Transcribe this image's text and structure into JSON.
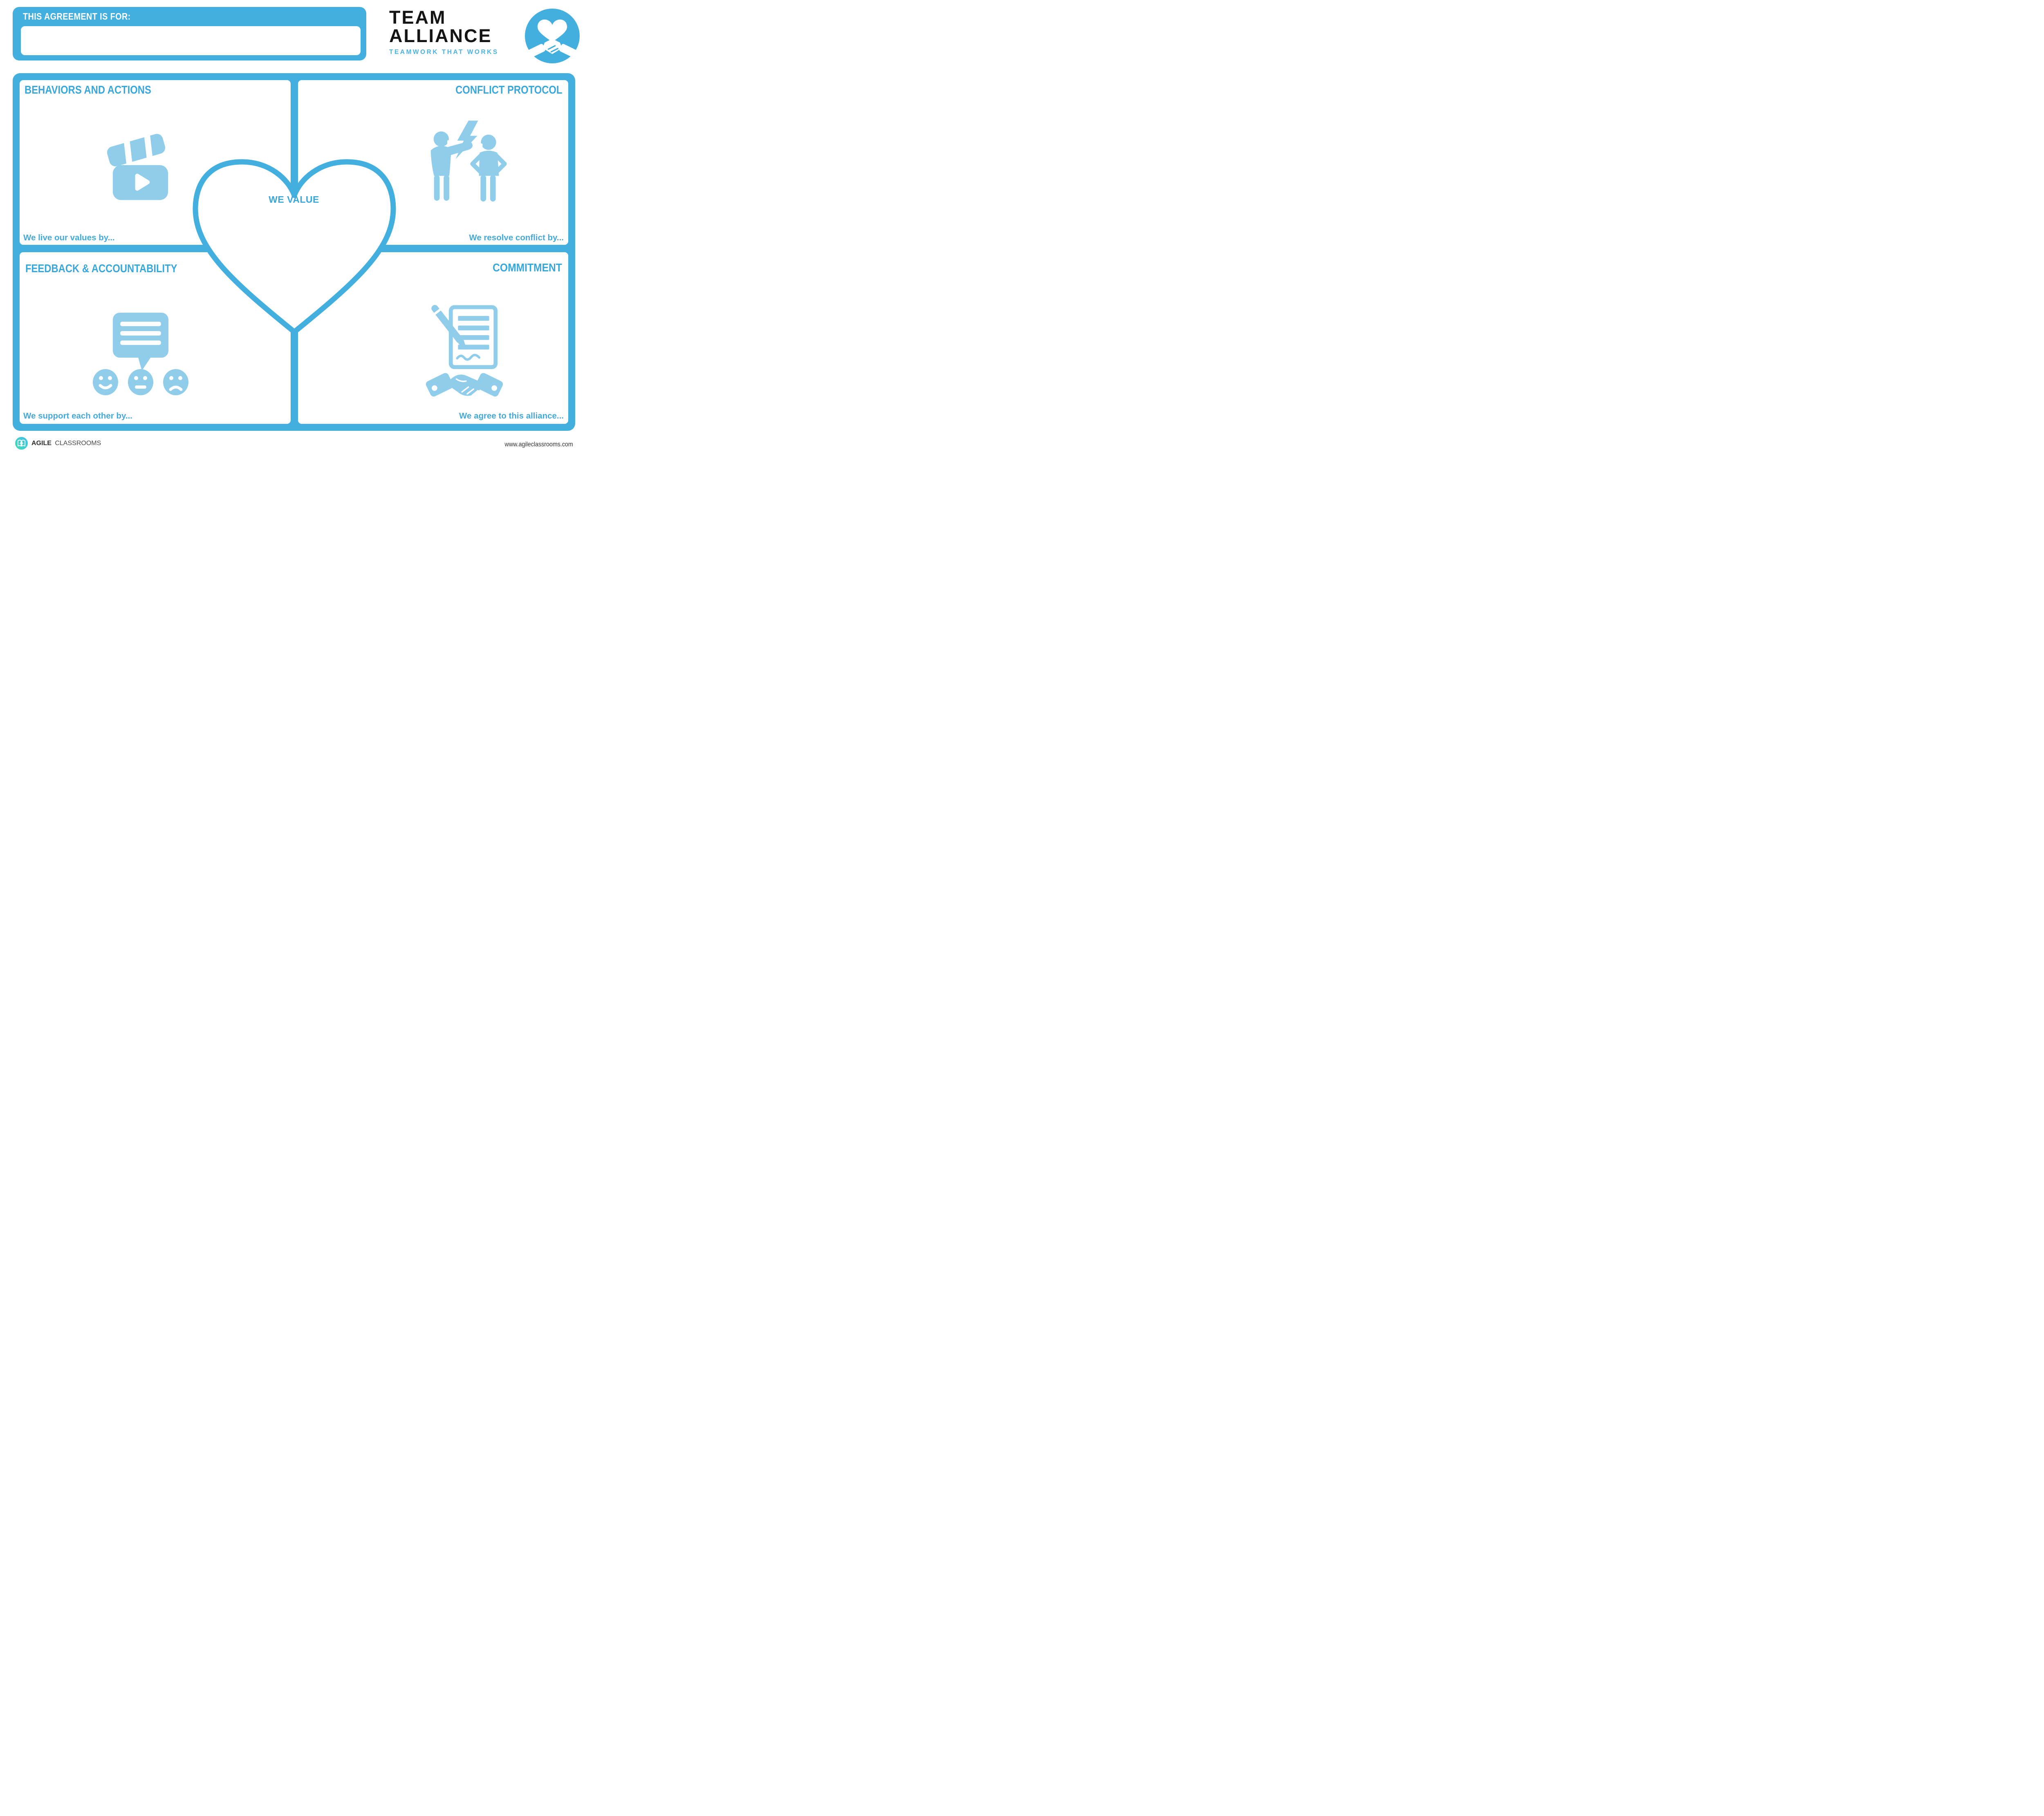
{
  "colors": {
    "primary": "#42AFDF",
    "title_blue": "#39A7DA",
    "prompt_blue": "#45AAD9",
    "icon_light_blue": "#8FCDEB",
    "tagline_blue": "#4AB3E3",
    "logo_gradient_start": "#44BDF0",
    "logo_gradient_end": "#3EDDB0",
    "ink": "#141414"
  },
  "header": {
    "agreement_label": "THIS AGREEMENT IS FOR:",
    "agreement_value": ""
  },
  "logo": {
    "line1": "TEAM",
    "line2": "ALLIANCE",
    "tagline": "TEAMWORK THAT WORKS",
    "badge_icon": "heart-handshake-icon"
  },
  "quadrants": [
    {
      "id": "behaviors",
      "title": "BEHAVIORS AND ACTIONS",
      "prompt": "We live our values by...",
      "icon": "clapperboard-icon"
    },
    {
      "id": "conflict",
      "title": "CONFLICT PROTOCOL",
      "prompt": "We resolve conflict by...",
      "icon": "argument-icon"
    },
    {
      "id": "feedback",
      "title": "FEEDBACK & ACCOUNTABILITY",
      "prompt": "We support each other by...",
      "icon": "feedback-faces-icon"
    },
    {
      "id": "commitment",
      "title": "COMMITMENT",
      "prompt": "We agree to this alliance...",
      "icon": "contract-signing-handshake-icon"
    }
  ],
  "center": {
    "heart_label": "WE VALUE"
  },
  "footer": {
    "brand_bold": "AGILE",
    "brand_regular": "CLASSROOMS",
    "brand_icon": "open-book-icon",
    "website": "www.agileclassrooms.com"
  }
}
